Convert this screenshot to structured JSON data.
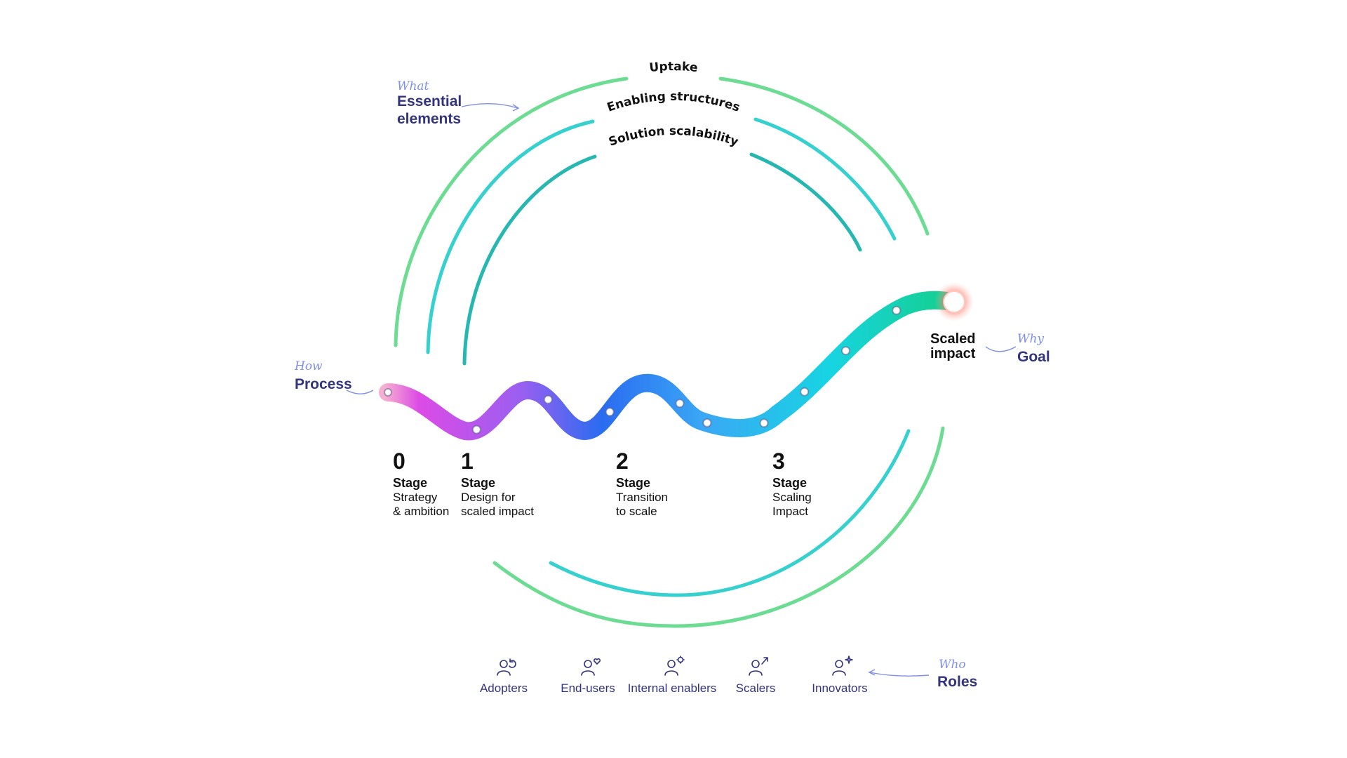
{
  "elements": {
    "kicker": "What",
    "heading_line1": "Essential",
    "heading_line2": "elements",
    "arcs": [
      {
        "label": "Uptake",
        "color": "#6ddc93"
      },
      {
        "label": "Enabling structures",
        "color": "#36d0cf"
      },
      {
        "label": "Solution scalability",
        "color": "#25b7b0"
      }
    ]
  },
  "process": {
    "kicker": "How",
    "heading": "Process",
    "gradient": [
      "#f0a0c8",
      "#d43fe3",
      "#9b5cf0",
      "#1f6ff0",
      "#2aa6f2",
      "#19d8de",
      "#12cf8a"
    ]
  },
  "stages": [
    {
      "number": "0",
      "word": "Stage",
      "line1": "Strategy",
      "line2": "& ambition"
    },
    {
      "number": "1",
      "word": "Stage",
      "line1": "Design for",
      "line2": "scaled impact"
    },
    {
      "number": "2",
      "word": "Stage",
      "line1": "Transition",
      "line2": "to scale"
    },
    {
      "number": "3",
      "word": "Stage",
      "line1": "Scaling",
      "line2": "Impact"
    }
  ],
  "goal": {
    "kicker": "Why",
    "heading": "Goal",
    "line1": "Scaled",
    "line2": "impact",
    "glow_color": "#ff5a5a"
  },
  "roles": {
    "kicker": "Who",
    "heading": "Roles",
    "items": [
      {
        "label": "Adopters",
        "icon": "person-refresh-icon"
      },
      {
        "label": "End-users",
        "icon": "person-heart-icon"
      },
      {
        "label": "Internal enablers",
        "icon": "person-gear-icon"
      },
      {
        "label": "Scalers",
        "icon": "person-arrow-up-icon"
      },
      {
        "label": "Innovators",
        "icon": "person-sparkle-icon"
      }
    ]
  }
}
